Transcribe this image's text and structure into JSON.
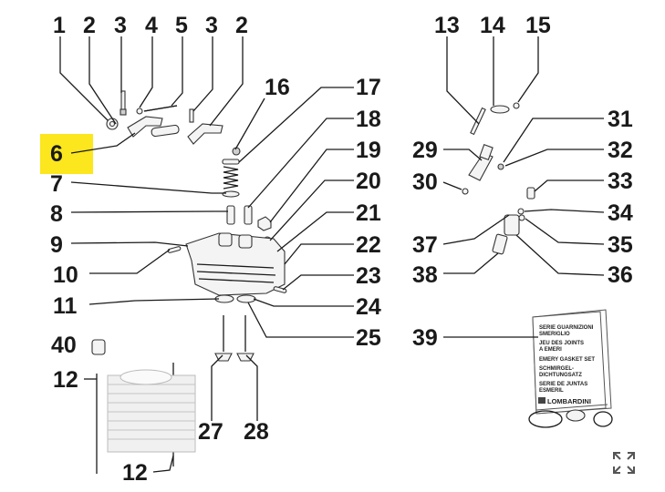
{
  "part_numbers": {
    "p1": "1",
    "p2a": "2",
    "p3a": "3",
    "p4": "4",
    "p5": "5",
    "p3b": "3",
    "p2b": "2",
    "p6": "6",
    "p7": "7",
    "p8": "8",
    "p9": "9",
    "p10": "10",
    "p11": "11",
    "p40": "40",
    "p12a": "12",
    "p12b": "12",
    "p16": "16",
    "p17": "17",
    "p18": "18",
    "p19": "19",
    "p20": "20",
    "p21": "21",
    "p22": "22",
    "p23": "23",
    "p24": "24",
    "p25": "25",
    "p27": "27",
    "p28": "28",
    "p13": "13",
    "p14": "14",
    "p15": "15",
    "p29": "29",
    "p31": "31",
    "p30": "30",
    "p32": "32",
    "p33": "33",
    "p34": "34",
    "p37": "37",
    "p35": "35",
    "p38": "38",
    "p36": "36",
    "p39": "39"
  },
  "highlight": {
    "part": "6",
    "color": "#fce61d"
  },
  "gasket_kit": {
    "lines": [
      "SERIE GUARNIZIONI",
      "SMERIGLIO",
      "JEU DES JOINTS",
      "A EMERI",
      "EMERY GASKET SET",
      "SCHMIRGEL-",
      "DICHTUNGSATZ",
      "SERIE DE JUNTAS",
      "ESMERIL"
    ],
    "brand": "LOMBARDINI"
  },
  "controls": {
    "expand_icon": "expand-arrows-icon"
  }
}
